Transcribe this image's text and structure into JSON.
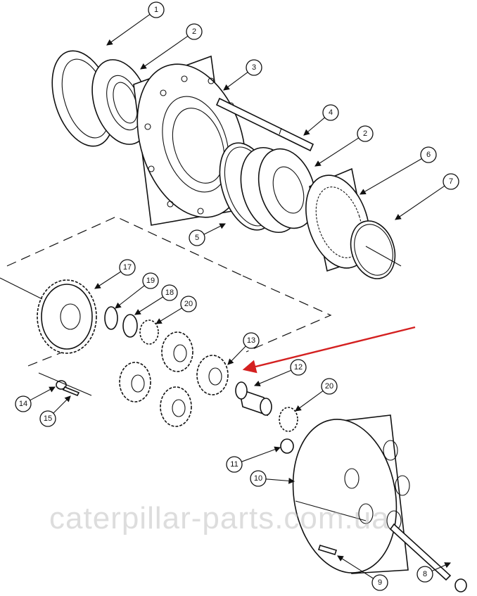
{
  "diagram": {
    "type": "exploded-parts-diagram",
    "callouts": [
      "1",
      "2",
      "3",
      "4",
      "2",
      "6",
      "7",
      "5",
      "17",
      "19",
      "18",
      "20",
      "13",
      "12",
      "20",
      "14",
      "15",
      "11",
      "10",
      "8",
      "9"
    ],
    "highlight_arrow_color": "#d42020",
    "watermark": "caterpillar-parts.com.ua"
  }
}
